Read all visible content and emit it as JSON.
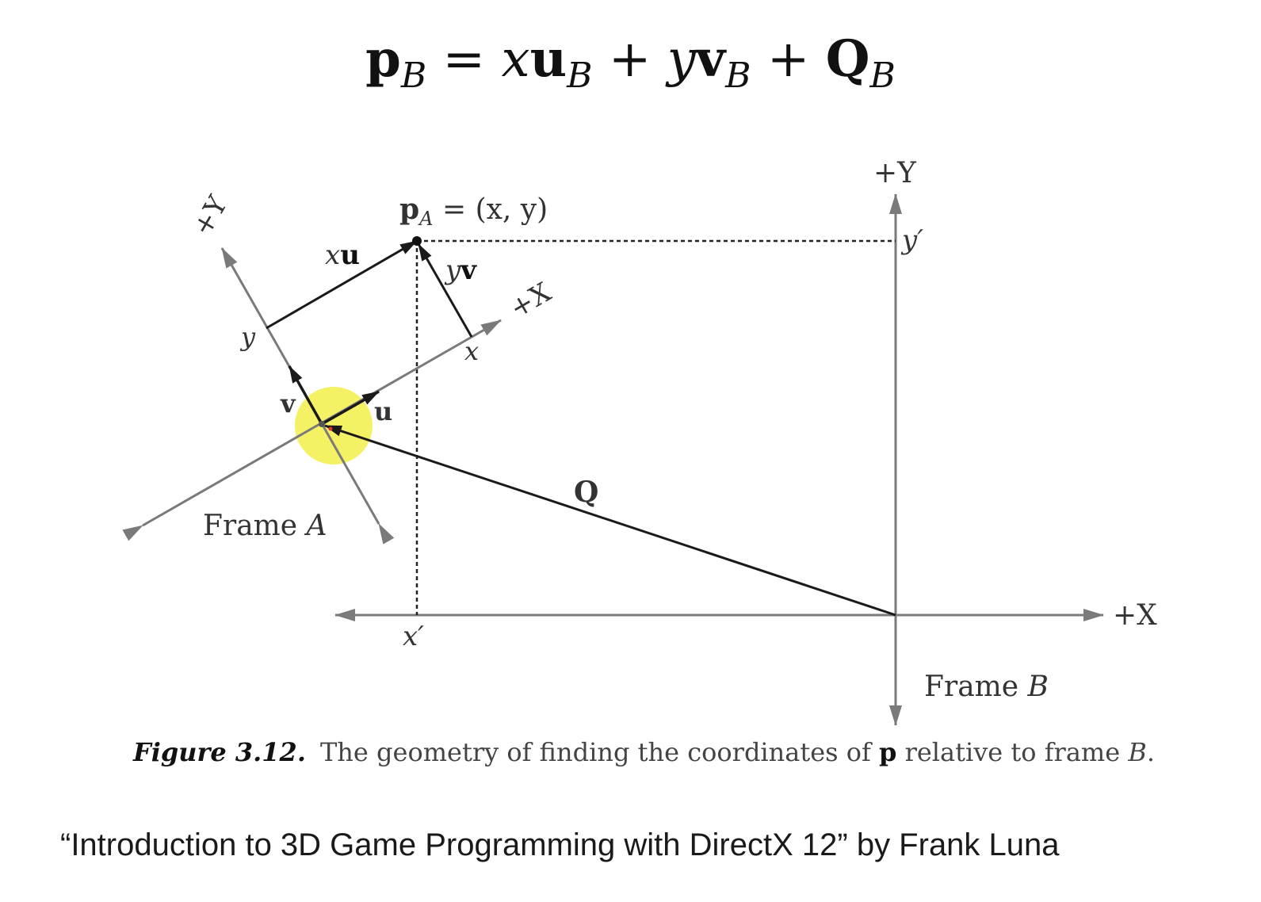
{
  "equation": {
    "lhs": "p",
    "lhs_sub": "B",
    "eq": "=",
    "t1_coef": "x",
    "t1_vec": "u",
    "t1_sub": "B",
    "plus1": "+",
    "t2_coef": "y",
    "t2_vec": "v",
    "t2_sub": "B",
    "plus2": "+",
    "t3_vec": "Q",
    "t3_sub": "B"
  },
  "diagram": {
    "frame_a": {
      "label_text": "Frame ",
      "label_italic": "A",
      "axis_x": "+X",
      "axis_y": "+Y",
      "tick_x": "x",
      "tick_y": "y",
      "vec_u": "u",
      "vec_v": "v",
      "vec_xu_coef": "x",
      "vec_xu_vec": "u",
      "vec_yv_coef": "y",
      "vec_yv_vec": "v"
    },
    "point": {
      "name": "p",
      "sub": "A",
      "rest": " = (x, y)"
    },
    "frame_b": {
      "label_text": "Frame ",
      "label_italic": "B",
      "axis_x": "+X",
      "axis_y": "+Y",
      "proj_x": "x′",
      "proj_y": "y′"
    },
    "vec_q": "Q",
    "highlight_color": "#f3ee4a",
    "line_color": "#1a1a1a",
    "axis_color": "#7a7a7a"
  },
  "caption": {
    "figure": "Figure 3.12.",
    "text_before": "The geometry of finding the coordinates of ",
    "bold": "p",
    "text_after": " relative to frame ",
    "italic": "B",
    "end": "."
  },
  "credit": "“Introduction to 3D Game Programming with DirectX 12” by Frank Luna"
}
